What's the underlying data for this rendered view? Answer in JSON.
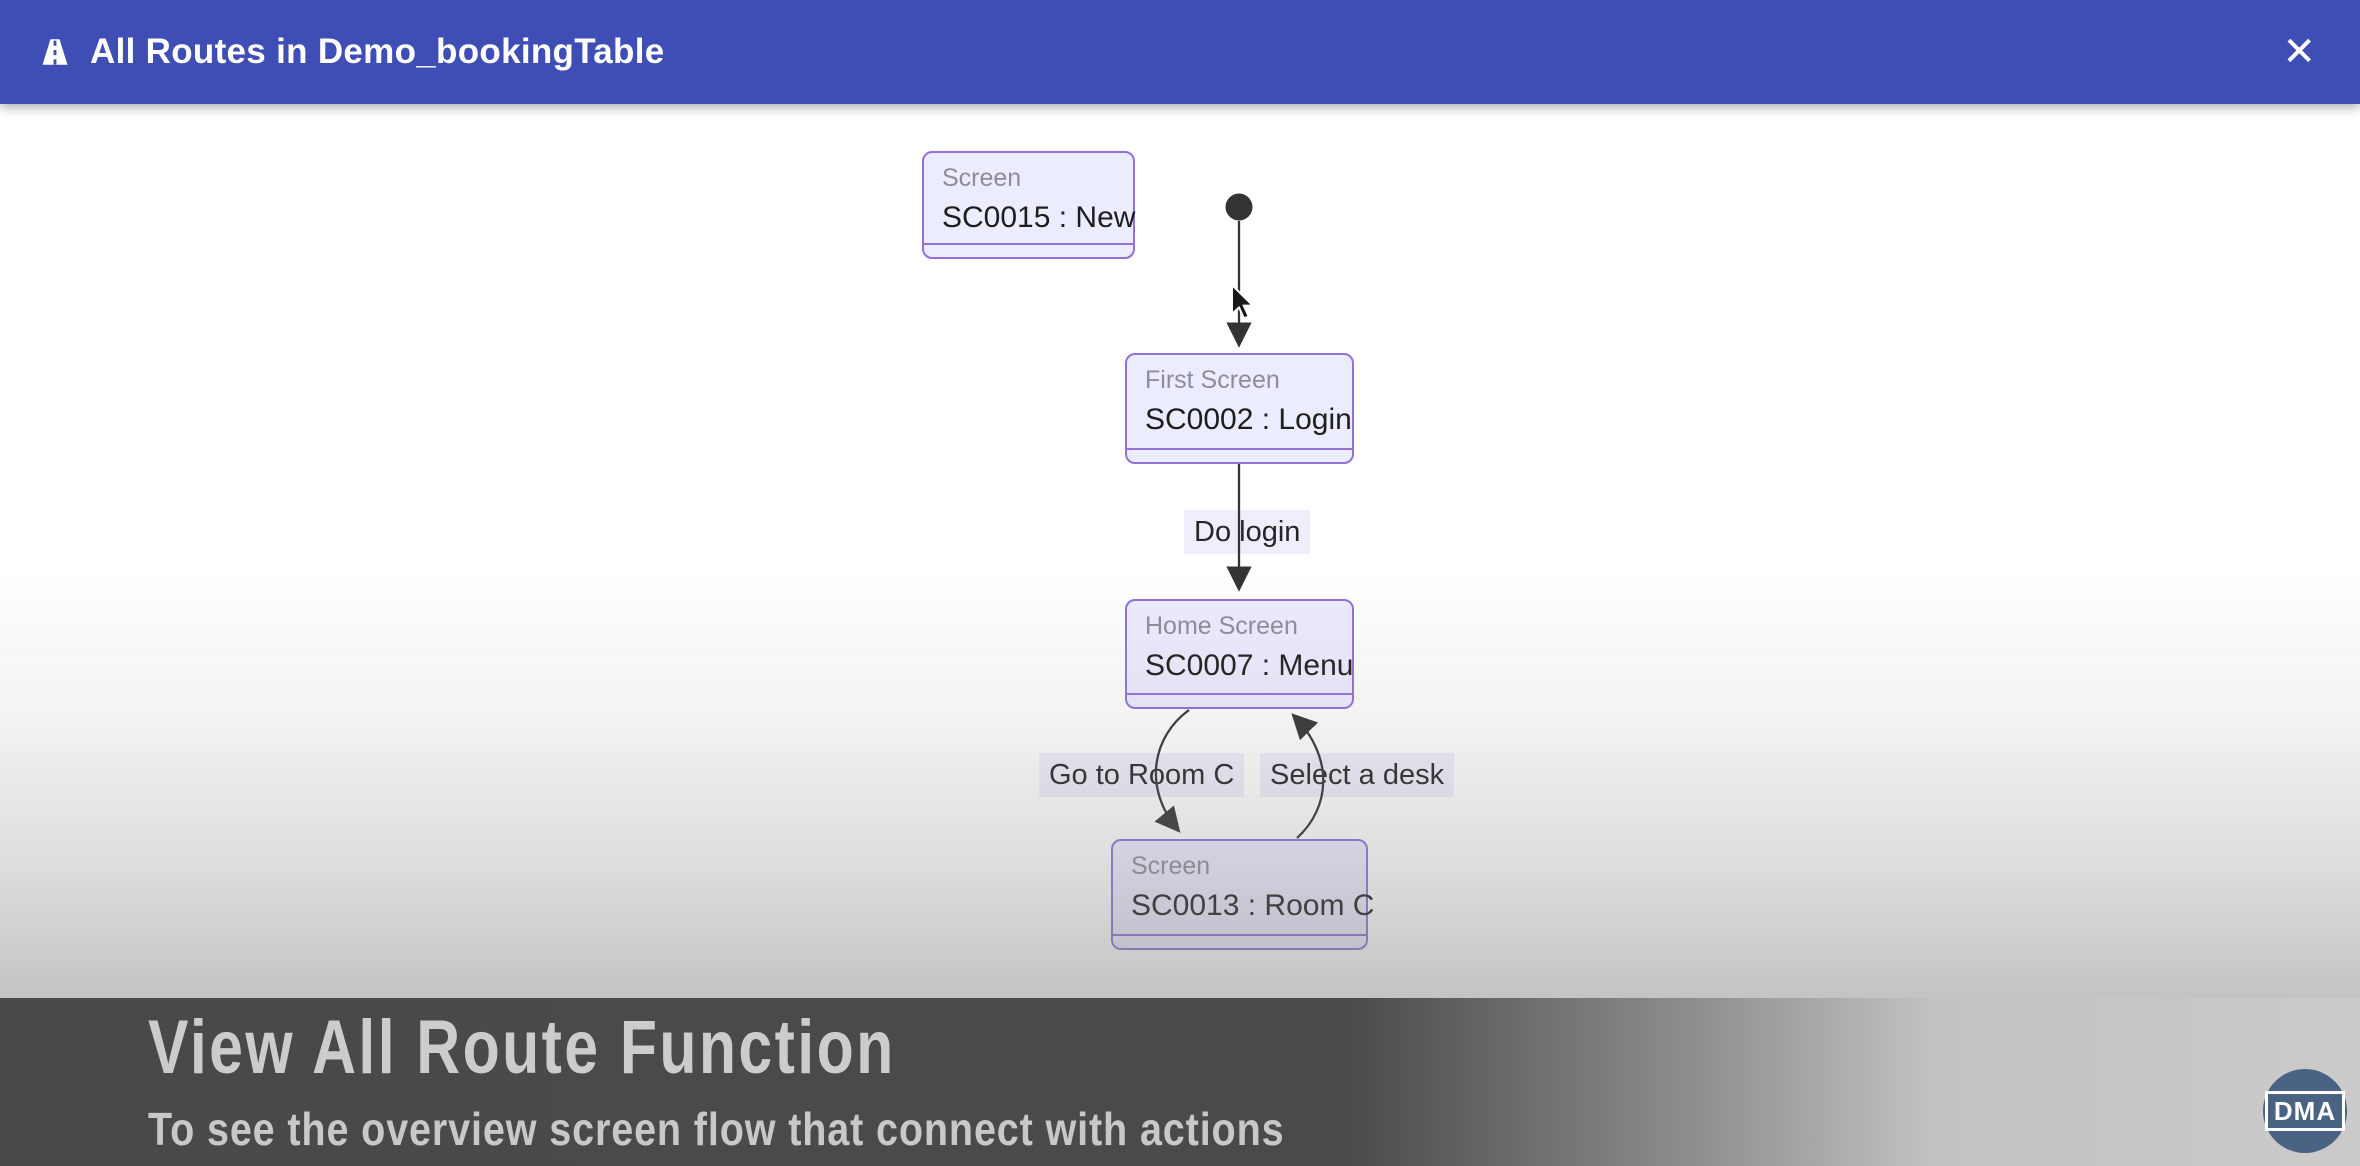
{
  "header": {
    "title": "All Routes in Demo_bookingTable",
    "close_icon": "✕",
    "icon": "road-icon"
  },
  "diagram": {
    "nodes": [
      {
        "title": "Screen",
        "name": "SC0015 : New"
      },
      {
        "title": "First Screen",
        "name": "SC0002 : Login"
      },
      {
        "title": "Home Screen",
        "name": "SC0007 : Menu"
      },
      {
        "title": "Screen",
        "name": "SC0013 : Room C"
      }
    ],
    "edges": [
      {
        "from": "start",
        "to": "SC0002 : Login",
        "label": ""
      },
      {
        "from": "SC0002 : Login",
        "to": "SC0007 : Menu",
        "label": "Do login"
      },
      {
        "from": "SC0007 : Menu",
        "to": "SC0013 : Room C",
        "label": "Go to Room C"
      },
      {
        "from": "SC0013 : Room C",
        "to": "SC0007 : Menu",
        "label": "Select a desk"
      }
    ]
  },
  "caption": {
    "title": "View All Route Function",
    "subtitle": "To see the overview screen flow that connect with actions"
  },
  "logo": {
    "text": "DMA"
  },
  "colors": {
    "header_bg": "#3f4eb4",
    "node_fill": "#ececff",
    "node_border": "#9370db",
    "edge": "#333333",
    "edge_label_bg": "#ededfc",
    "band_dark": "#494949",
    "band_light": "#cbcbcb",
    "caption_text": "#cccccc",
    "logo_bg": "#4a6383"
  }
}
